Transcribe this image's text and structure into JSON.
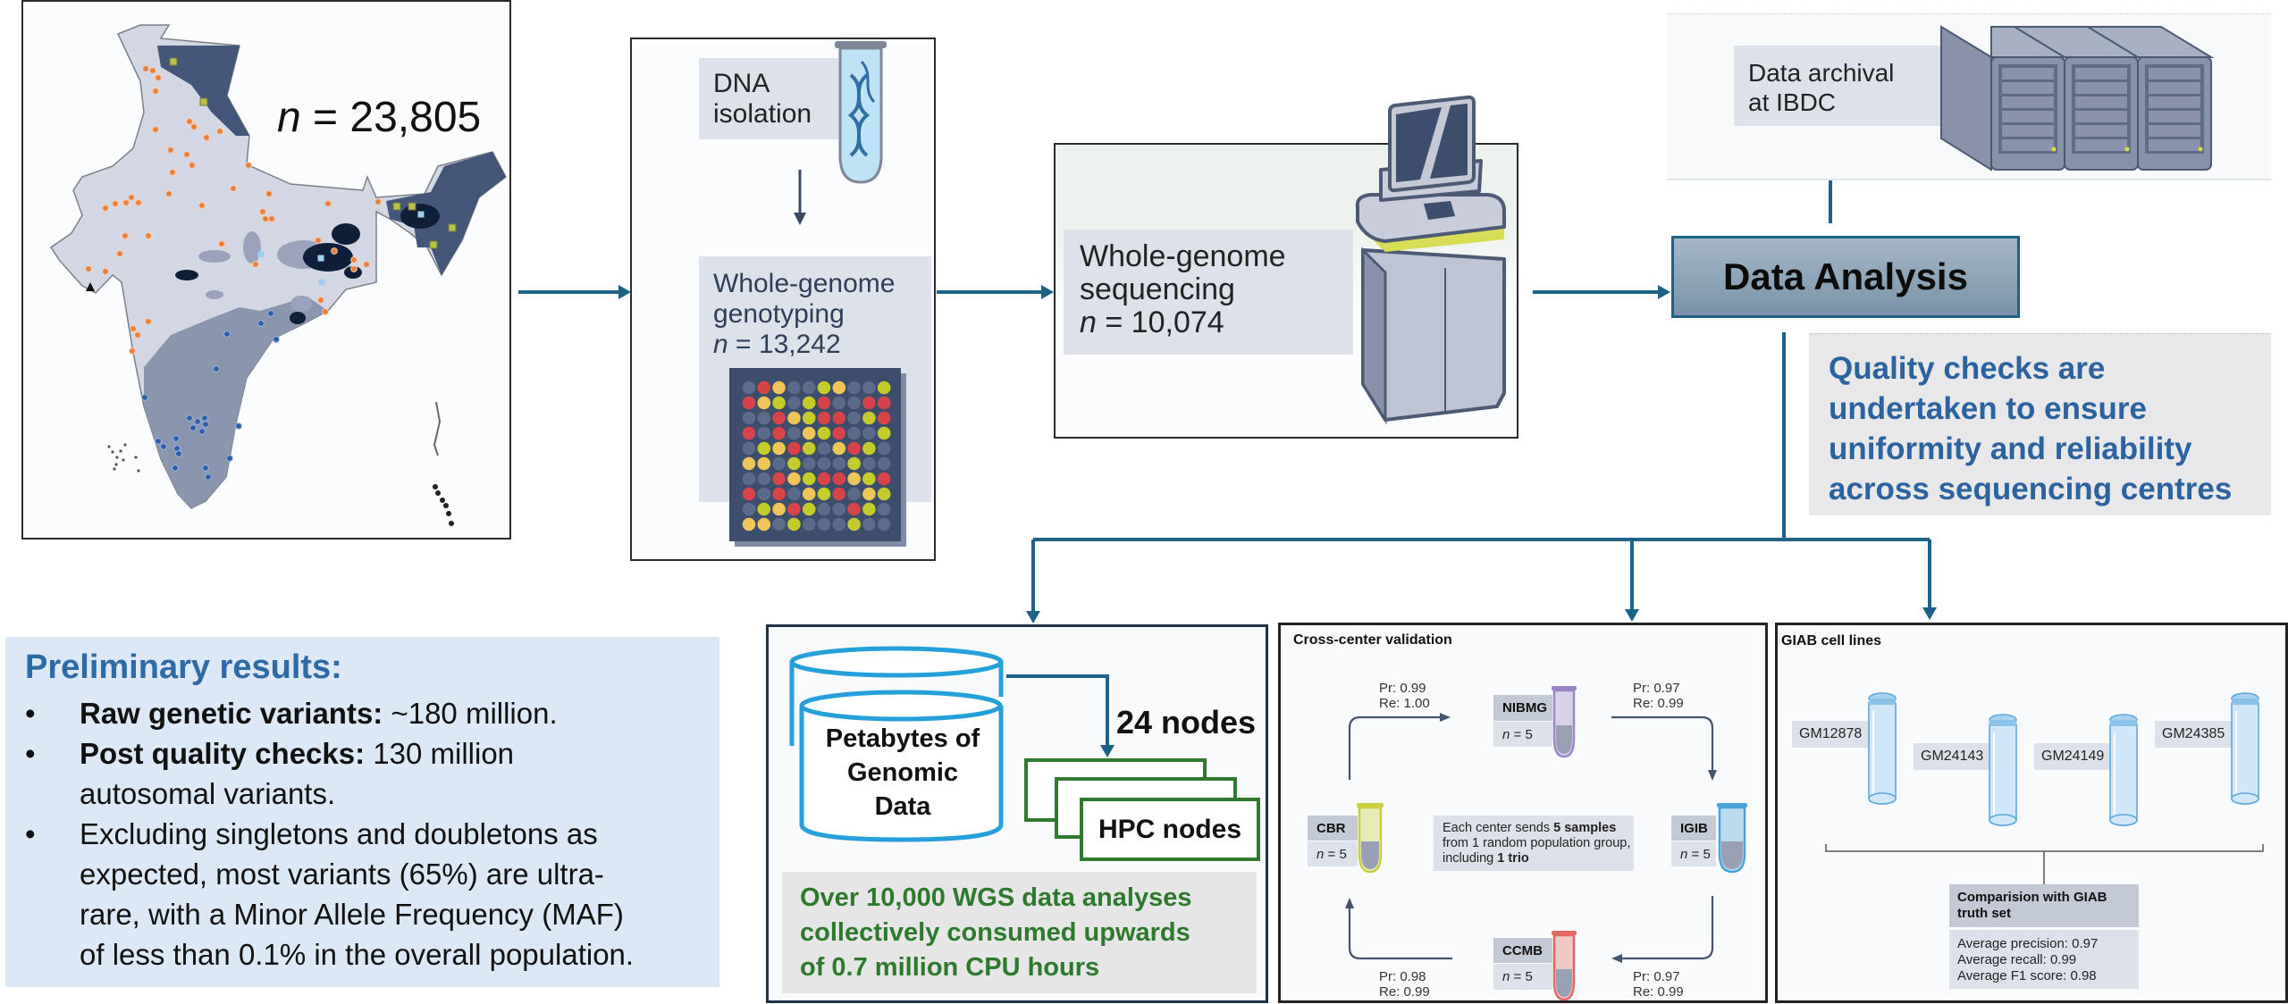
{
  "map": {
    "n_label": "n",
    "n_value": "= 23,805"
  },
  "genotyping": {
    "dna_isolation": [
      "DNA",
      "isolation"
    ],
    "title_lines": [
      "Whole-genome",
      "genotyping"
    ],
    "n_label": "n",
    "n_value": "= 13,242"
  },
  "sequencing": {
    "title_lines": [
      "Whole-genome",
      "sequencing"
    ],
    "n_label": "n",
    "n_value": "= 10,074"
  },
  "analysis": {
    "title": "Data Analysis"
  },
  "archival": {
    "lines": [
      "Data archival",
      "at IBDC"
    ]
  },
  "quality": {
    "lines": [
      "Quality checks are",
      "undertaken to ensure",
      "uniformity and reliability",
      "across sequencing centres"
    ]
  },
  "preliminary": {
    "title": "Preliminary results:",
    "bullet": "•",
    "items": [
      {
        "bold": "Raw genetic variants:",
        "text": " ~180 million."
      },
      {
        "bold": "Post quality checks:",
        "text": " 130 million",
        "cont": [
          "autosomal variants."
        ]
      },
      {
        "bold": "",
        "text": " Excluding singletons and doubletons as",
        "cont": [
          "expected, most variants (65%) are ultra-",
          "rare, with a Minor Allele Frequency (MAF)",
          "of less than 0.1% in the overall population."
        ]
      }
    ]
  },
  "hpc": {
    "storage_lines": [
      "Petabytes of",
      "Genomic",
      "Data"
    ],
    "nodes_count": "24 nodes",
    "nodes_label": "HPC nodes",
    "summary_lines": [
      "Over 10,000 WGS data analyses",
      "collectively consumed upwards",
      "of 0.7 million CPU hours"
    ]
  },
  "cross_center": {
    "title": "Cross-center validation",
    "centers": [
      {
        "name": "NIBMG",
        "n_label": "n",
        "n_value": "= 5",
        "tube_color": "#9b86c9"
      },
      {
        "name": "IGIB",
        "n_label": "n",
        "n_value": "= 5",
        "tube_color": "#4aa3d8"
      },
      {
        "name": "CCMB",
        "n_label": "n",
        "n_value": "= 5",
        "tube_color": "#e06a62"
      },
      {
        "name": "CBR",
        "n_label": "n",
        "n_value": "= 5",
        "tube_color": "#c9cf3e"
      }
    ],
    "metrics": [
      {
        "pr": "Pr: 0.99",
        "re": "Re: 1.00"
      },
      {
        "pr": "Pr: 0.97",
        "re": "Re: 0.99"
      },
      {
        "pr": "Pr: 0.97",
        "re": "Re: 0.99"
      },
      {
        "pr": "Pr: 0.98",
        "re": "Re: 0.99"
      }
    ],
    "note_pre": "Each center sends ",
    "note_bold1": "5 samples",
    "note_mid": " from 1 random population group, including ",
    "note_bold2": "1 trio"
  },
  "giab": {
    "title": "GIAB cell lines",
    "cell_lines": [
      "GM12878",
      "GM24143",
      "GM24149",
      "GM24385"
    ],
    "comparison_title": "Comparision with GIAB truth set",
    "results": [
      "Average precision: 0.97",
      "Average recall: 0.99",
      "Average F1 score: 0.98"
    ]
  },
  "colors": {
    "flow_arrow": "#1f6287",
    "accent_blue": "#2a63a0",
    "accent_green": "#2d7a2d"
  }
}
